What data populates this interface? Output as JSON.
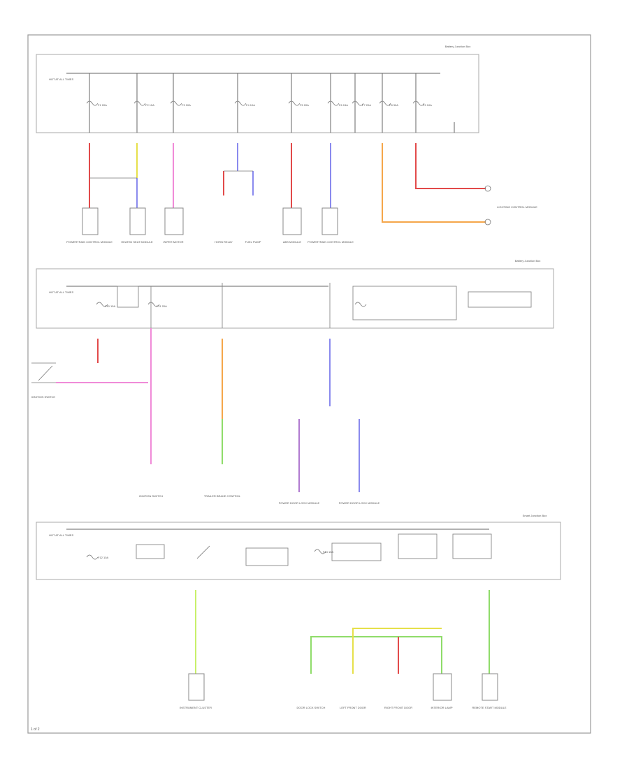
{
  "diagram": {
    "page_number": "1 of 2",
    "panels": {
      "top": "Battery Junction Box",
      "middle": "Battery Junction Box",
      "bottom": "Smart Junction Box"
    },
    "hot_label": "HOT AT ALL TIMES",
    "fuses": [
      {
        "label": "F1 20A"
      },
      {
        "label": "F2 15A"
      },
      {
        "label": "F3 20A"
      },
      {
        "label": "F4 10A"
      },
      {
        "label": "F5 20A"
      },
      {
        "label": "F6 15A"
      },
      {
        "label": "F7 20A"
      },
      {
        "label": "F8 30A"
      },
      {
        "label": "F9 10A"
      },
      {
        "label": "F10 15A"
      },
      {
        "label": "F11 20A"
      },
      {
        "label": "F12 10A"
      },
      {
        "label": "F13 15A"
      }
    ],
    "wire_colors": {
      "red": "#e24a4a",
      "yellow": "#e6e04a",
      "pink": "#f08bd8",
      "blue": "#8a8aee",
      "orange": "#f5a64a",
      "green": "#8fdc6a",
      "purple": "#b07ad0",
      "lime": "#c8f06a",
      "gray": "#777777"
    },
    "components": [
      {
        "label": "POWERTRAIN CONTROL MODULE"
      },
      {
        "label": "HEATED SEAT MODULE"
      },
      {
        "label": "WIPER MOTOR"
      },
      {
        "label": "HORN RELAY"
      },
      {
        "label": "FUEL PUMP"
      },
      {
        "label": "ABS MODULE"
      },
      {
        "label": "POWERTRAIN CONTROL MODULE"
      },
      {
        "label": "LIGHTING CONTROL MODULE"
      },
      {
        "label": "IGNITION SWITCH"
      },
      {
        "label": "TRAILER BRAKE CONTROL"
      },
      {
        "label": "POWER DOOR LOCK MODULE"
      },
      {
        "label": "POWER DOOR LOCK MODULE"
      },
      {
        "label": "INSTRUMENT CLUSTER"
      },
      {
        "label": "DOOR LOCK SWITCH"
      },
      {
        "label": "LEFT FRONT DOOR"
      },
      {
        "label": "RIGHT FRONT DOOR"
      },
      {
        "label": "INTERIOR LAMP"
      },
      {
        "label": "REMOTE START MODULE"
      }
    ]
  }
}
